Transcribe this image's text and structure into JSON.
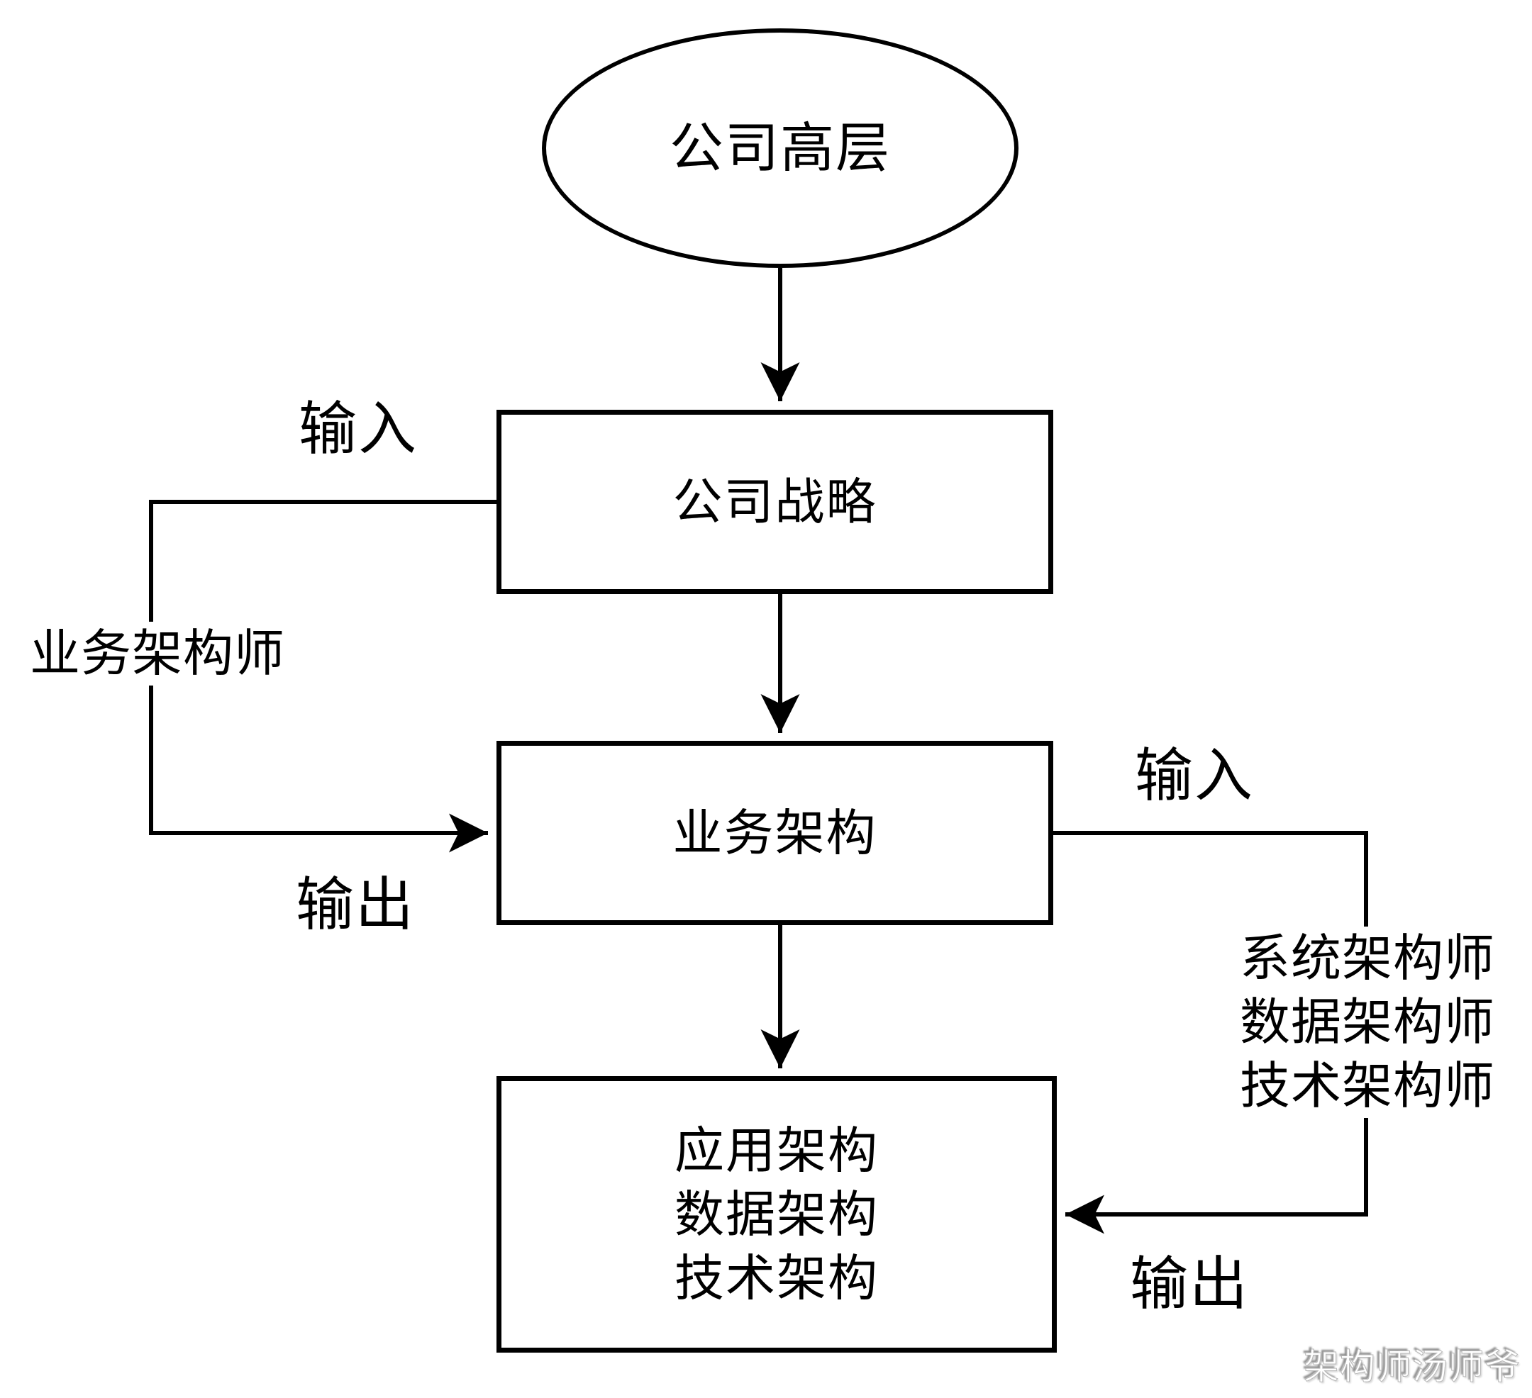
{
  "diagram": {
    "background_color": "#ffffff",
    "stroke_color": "#000000",
    "nodes": {
      "executives": {
        "shape": "ellipse",
        "label": "公司高层"
      },
      "strategy": {
        "shape": "rect",
        "label": "公司战略"
      },
      "business_arch": {
        "shape": "rect",
        "label": "业务架构"
      },
      "detail_arch": {
        "shape": "rect",
        "lines": [
          "应用架构",
          "数据架构",
          "技术架构"
        ]
      }
    },
    "edges": [
      {
        "from": "executives",
        "to": "strategy",
        "type": "arrow-down"
      },
      {
        "from": "strategy",
        "to": "business_arch",
        "type": "arrow-down"
      },
      {
        "from": "business_arch",
        "to": "detail_arch",
        "type": "arrow-down"
      },
      {
        "from": "strategy",
        "to": "business_arch",
        "type": "left-loop"
      },
      {
        "from": "business_arch",
        "to": "detail_arch",
        "type": "right-loop"
      }
    ],
    "labels": {
      "left_input": "输入",
      "left_actor": "业务架构师",
      "left_output": "输出",
      "right_input": "输入",
      "right_actor_1": "系统架构师",
      "right_actor_2": "数据架构师",
      "right_actor_3": "技术架构师",
      "right_output": "输出"
    },
    "watermark": "架构师汤师爷"
  }
}
